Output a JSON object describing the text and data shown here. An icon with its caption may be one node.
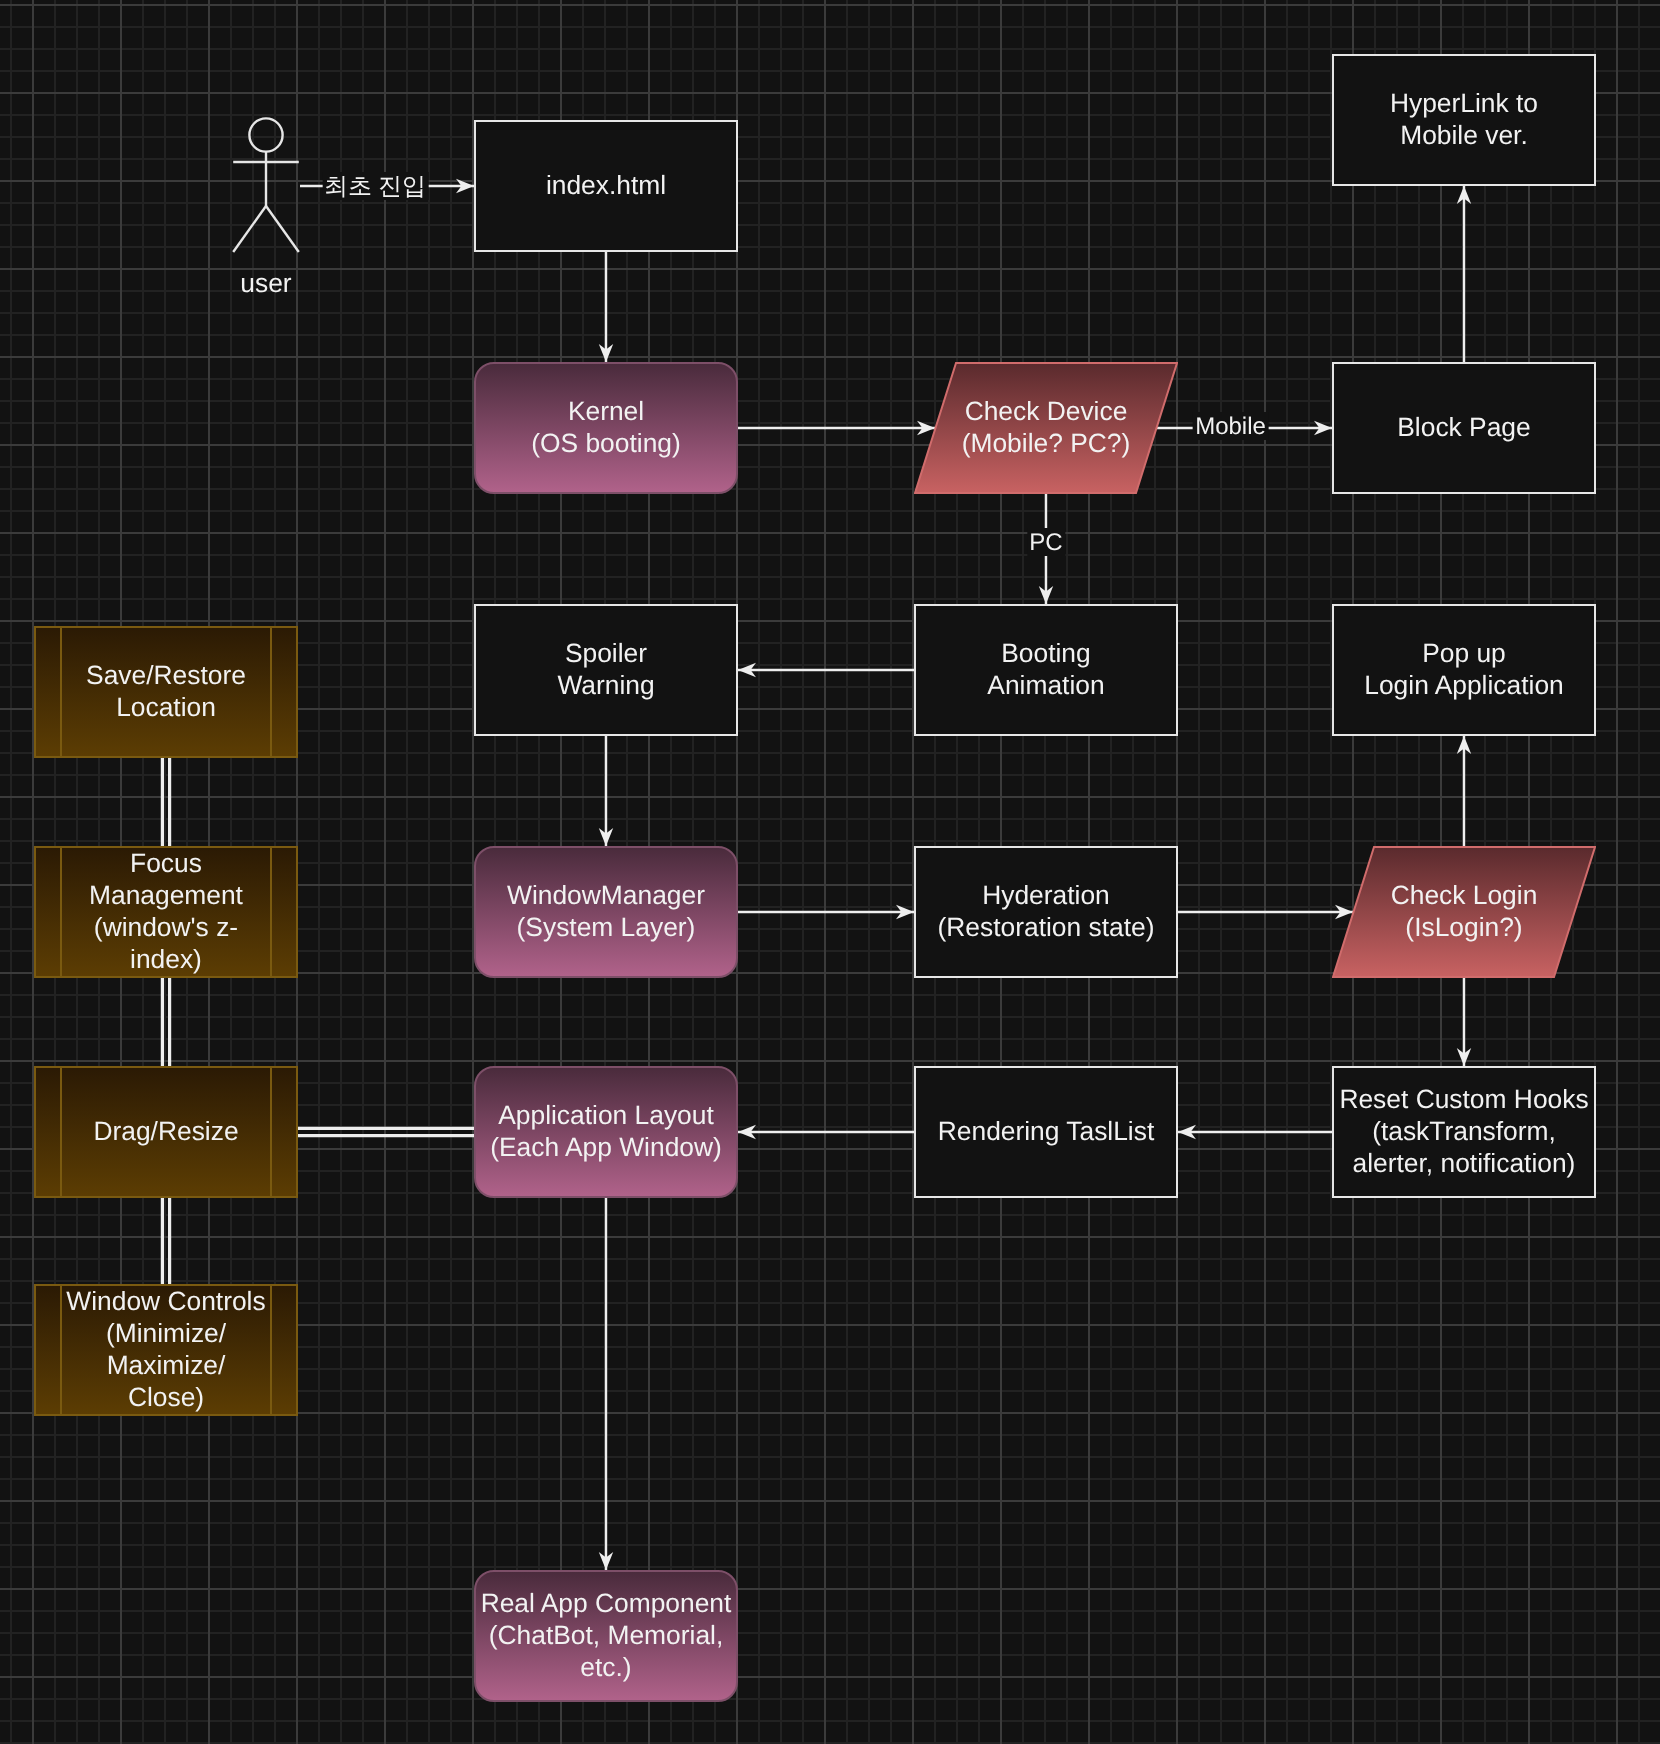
{
  "diagram": {
    "nodes": [
      {
        "text": [
          "user"
        ]
      },
      {
        "text": [
          "index.html"
        ]
      },
      {
        "text": [
          "HyperLink to Mobile ver."
        ]
      },
      {
        "text": [
          "Kernel (OS booting)"
        ]
      },
      {
        "text": [
          "Check Device (Mobile? PC?)"
        ]
      },
      {
        "text": [
          "Block Page"
        ]
      },
      {
        "text": [
          "Save/Restore Location"
        ]
      },
      {
        "text": [
          "Spoiler Warning"
        ]
      },
      {
        "text": [
          "Booting Animation"
        ]
      },
      {
        "text": [
          "Pop up Login Application"
        ]
      },
      {
        "text": [
          "Focus Management (window's z- index)"
        ]
      },
      {
        "text": [
          "WindowManager (System Layer)"
        ]
      },
      {
        "text": [
          "Hyderation (Restoration state)"
        ]
      },
      {
        "text": [
          "Check Login (IsLogin?)"
        ]
      },
      {
        "text": [
          "Drag/Resize"
        ]
      },
      {
        "text": [
          "Application Layout (Each App Window)"
        ]
      },
      {
        "text": [
          "Rendering TaslList"
        ]
      },
      {
        "text": [
          "Reset Custom Hooks (taskTransform, alerter, notification)"
        ]
      },
      {
        "text": [
          "Window Controls (Minimize/ Maximize/ Close)"
        ]
      },
      {
        "text": [
          "Real App Component (ChatBot, Memorial, etc.)"
        ]
      }
    ],
    "edges": [
      {
        "from": 0,
        "to": 1,
        "arrow": "to",
        "label": "최초 진입"
      },
      {
        "from": 1,
        "to": 3,
        "arrow": "to"
      },
      {
        "from": 3,
        "to": 4,
        "arrow": "to"
      },
      {
        "from": 4,
        "to": 5,
        "arrow": "to",
        "label": "Mobile"
      },
      {
        "from": 5,
        "to": 2,
        "arrow": "to"
      },
      {
        "from": 4,
        "to": 8,
        "arrow": "to",
        "label": "PC"
      },
      {
        "from": 8,
        "to": 7,
        "arrow": "to"
      },
      {
        "from": 7,
        "to": 11,
        "arrow": "to"
      },
      {
        "from": 11,
        "to": 12,
        "arrow": "to"
      },
      {
        "from": 12,
        "to": 13,
        "arrow": "to"
      },
      {
        "from": 13,
        "to": 9,
        "arrow": "to"
      },
      {
        "from": 13,
        "to": 17,
        "arrow": "to"
      },
      {
        "from": 17,
        "to": 16,
        "arrow": "to"
      },
      {
        "from": 16,
        "to": 15,
        "arrow": "to"
      },
      {
        "from": 15,
        "to": 19,
        "arrow": "to"
      },
      {
        "from": 6,
        "to": 10,
        "arrow": "none",
        "style": "thick"
      },
      {
        "from": 10,
        "to": 14,
        "arrow": "none",
        "style": "thick"
      },
      {
        "from": 14,
        "to": 18,
        "arrow": "none",
        "style": "thick"
      },
      {
        "from": 14,
        "to": 15,
        "arrow": "none",
        "style": "thick"
      }
    ]
  }
}
